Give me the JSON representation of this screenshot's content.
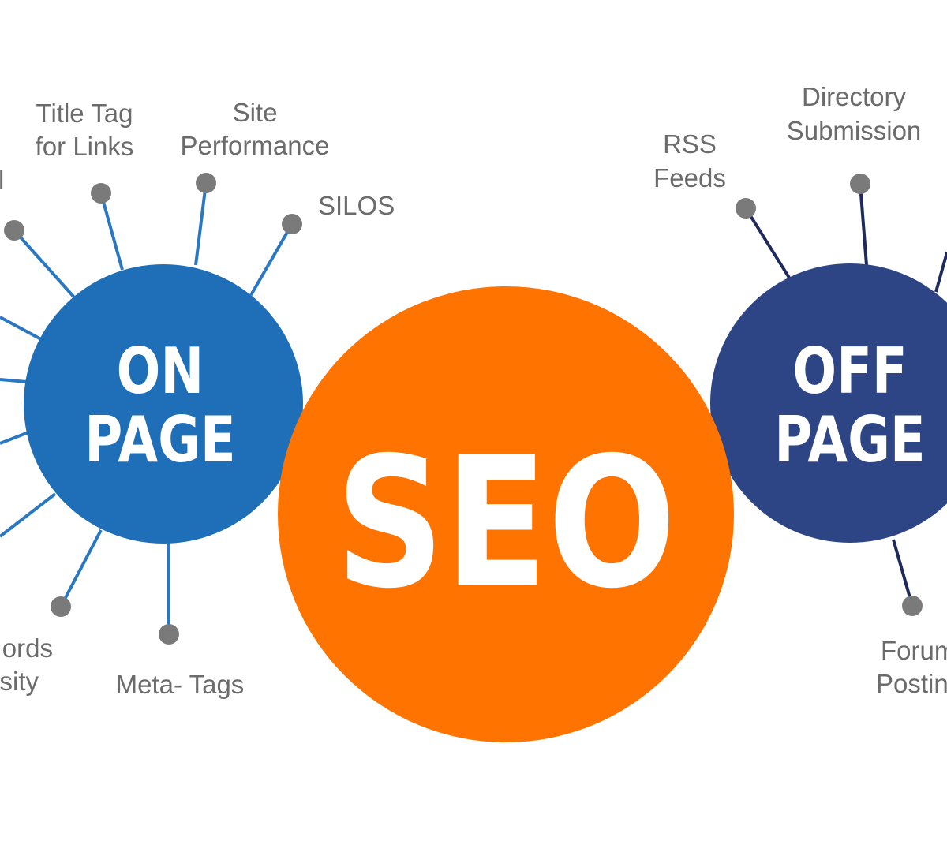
{
  "diagram": {
    "center": {
      "label": "SEO",
      "color": "#ff7300"
    },
    "on_page": {
      "line1": "ON",
      "line2": "PAGE",
      "color": "#1e6eb8",
      "spoke_color": "#2a78c2",
      "labels": {
        "title_tag_1": "Title Tag",
        "title_tag_2": "for Links",
        "site_perf_1": "Site",
        "site_perf_2": "Performance",
        "silos": "SILOS",
        "partial_top": "l",
        "keywords_1": "ords",
        "keywords_2": "sity",
        "meta_tags": "Meta- Tags"
      }
    },
    "off_page": {
      "line1": "OFF",
      "line2": "PAGE",
      "color": "#2e4585",
      "spoke_color": "#1f2a5c",
      "labels": {
        "rss_1": "RSS",
        "rss_2": "Feeds",
        "directory_1": "Directory",
        "directory_2": "Submission",
        "forum_1": "Forum",
        "forum_2": "Postin"
      }
    },
    "dot_color": "#7a7a7a"
  }
}
